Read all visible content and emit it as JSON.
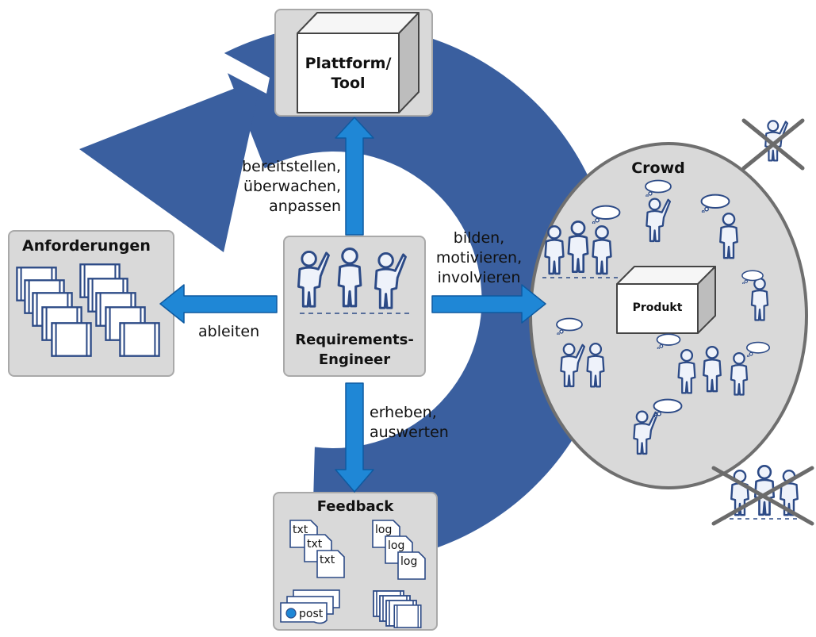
{
  "colors": {
    "cycle": "#3a5f9f",
    "arrow": "#1f87d6",
    "box_fill": "#d9d9d9",
    "box_border": "#a9a9a9",
    "figure_stroke": "#2c4a86",
    "figure_fill": "#eef2fa",
    "cross": "#6b6b6b"
  },
  "nodes": {
    "platform": {
      "line1": "Plattform/",
      "line2": "Tool"
    },
    "engineer": {
      "line1": "Requirements-",
      "line2": "Engineer"
    },
    "requirements": {
      "title": "Anforderungen"
    },
    "feedback": {
      "title": "Feedback",
      "txt_label": "txt",
      "log_label": "log",
      "post_label": "post"
    },
    "crowd": {
      "title": "Crowd",
      "product_label": "Produkt"
    }
  },
  "edges": {
    "to_platform": {
      "line1": "bereitstellen,",
      "line2": "überwachen,",
      "line3": "anpassen"
    },
    "to_crowd": {
      "line1": "bilden,",
      "line2": "motivieren,",
      "line3": "involvieren"
    },
    "to_requirements": {
      "line1": "ableiten"
    },
    "to_feedback": {
      "line1": "erheben,",
      "line2": "auswerten"
    }
  },
  "icons": [
    "person-icon",
    "speech-bubble-icon",
    "cross-icon",
    "document-icon",
    "cube-icon"
  ]
}
